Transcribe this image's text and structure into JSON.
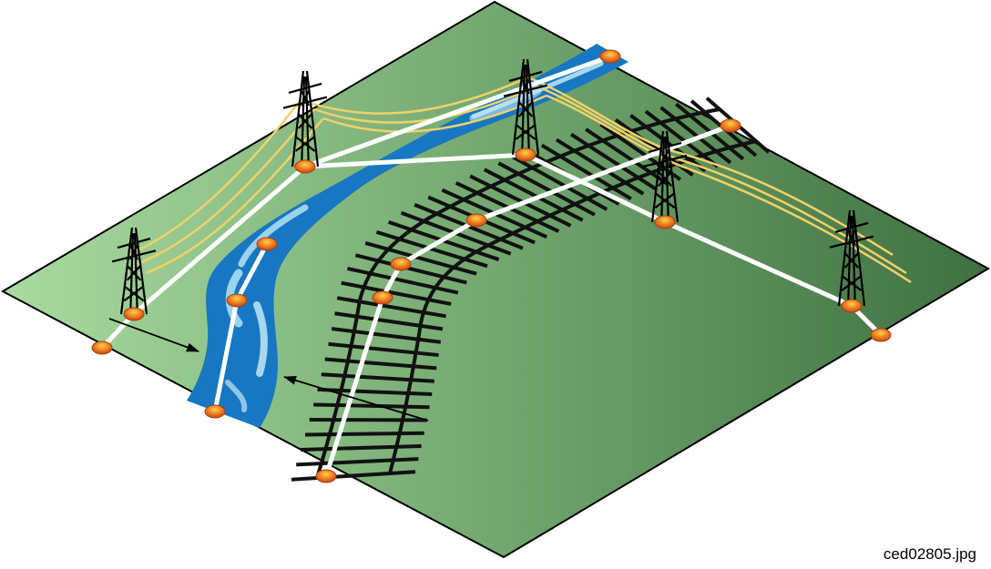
{
  "figure": {
    "caption": "ced02805.jpg",
    "colors": {
      "ground_light": "#a9dba0",
      "ground_dark": "#3f7041",
      "river": "#1777c2",
      "river_highlight": "#bfe8f7",
      "route": "#ffffff",
      "power_line": "#f0d16a",
      "track": "#111111",
      "node_fill": "#ef7b21",
      "node_highlight": "#ffd24a",
      "outline": "#000000"
    },
    "elements": {
      "terrain": "isometric-ground-plane",
      "river": "winding-river",
      "railway": "curved-railway-track",
      "power_line": "high-voltage-power-line",
      "towers": [
        "transmission-tower",
        "transmission-tower",
        "transmission-tower",
        "transmission-tower",
        "transmission-tower"
      ],
      "route": "white-route-path",
      "nodes": "orange-route-nodes",
      "pointers": [
        "pointer-arrow",
        "pointer-arrow"
      ]
    }
  }
}
